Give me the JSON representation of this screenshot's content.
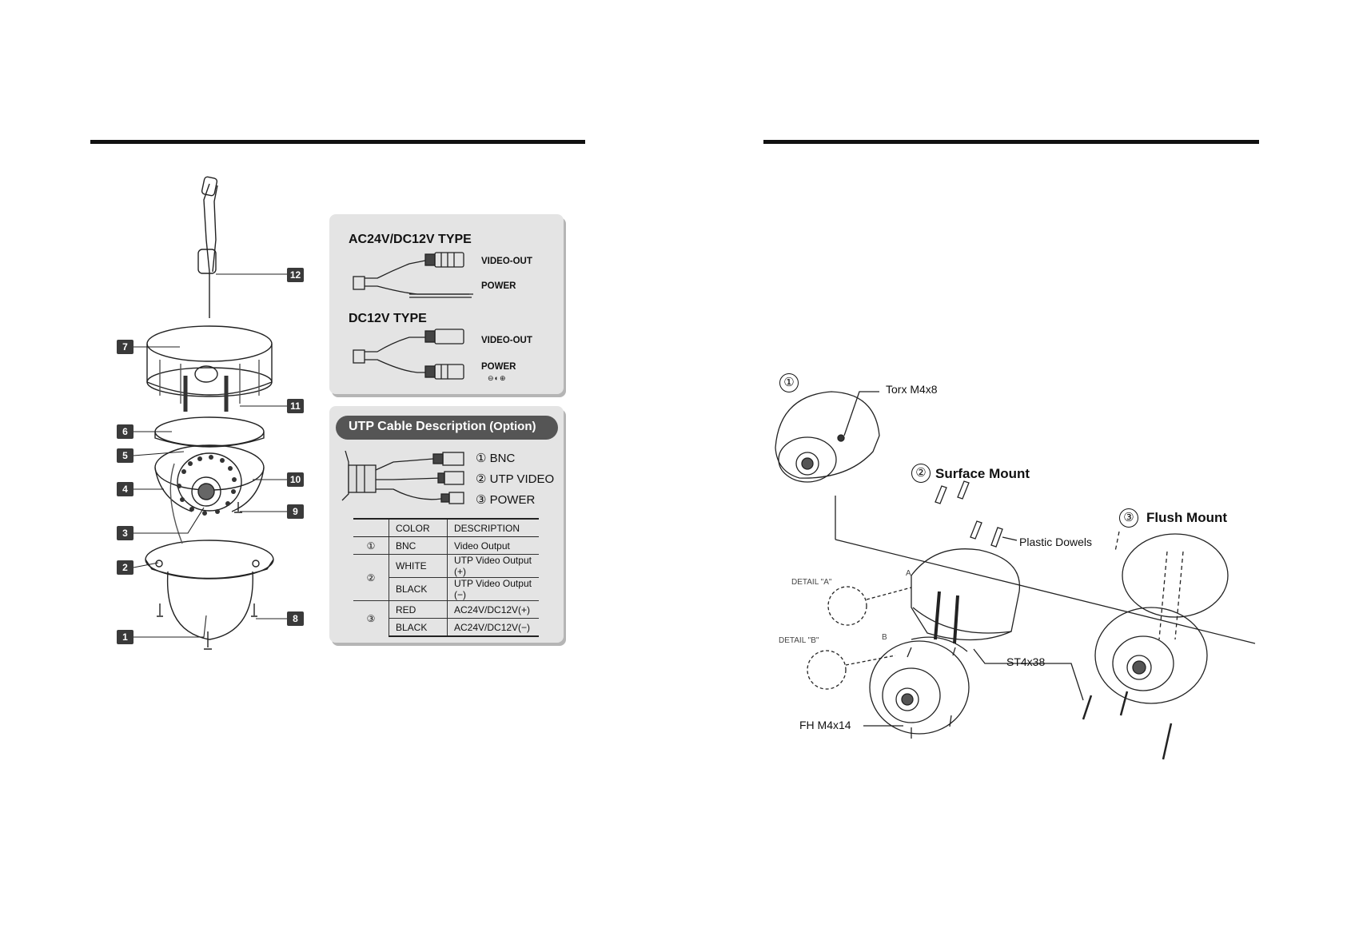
{
  "left_page": {
    "callouts": [
      "12",
      "7",
      "11",
      "6",
      "5",
      "10",
      "4",
      "9",
      "3",
      "2",
      "8",
      "1"
    ],
    "ac_panel": {
      "title1": "AC24V/DC12V TYPE",
      "video_out_1": "VIDEO-OUT",
      "power_1": "POWER",
      "title2": "DC12V TYPE",
      "video_out_2": "VIDEO-OUT",
      "power_2": "POWER",
      "polarity": "⊖◐⊕"
    },
    "utp_panel": {
      "title": "UTP Cable Description",
      "option": "(Option)",
      "wires": [
        "① BNC",
        "② UTP VIDEO",
        "③ POWER"
      ],
      "table": {
        "headers": [
          "",
          "COLOR",
          "DESCRIPTION"
        ],
        "rows": [
          {
            "idx": "①",
            "color": "BNC",
            "desc": "Video Output"
          },
          {
            "idx": "②",
            "color": "WHITE",
            "desc": "UTP Video Output (+)"
          },
          {
            "idx": "",
            "color": "BLACK",
            "desc": "UTP Video Output (−)"
          },
          {
            "idx": "③",
            "color": "RED",
            "desc": "AC24V/DC12V(+)"
          },
          {
            "idx": "",
            "color": "BLACK",
            "desc": "AC24V/DC12V(−)"
          }
        ]
      }
    }
  },
  "right_page": {
    "step1_num": "①",
    "torx": "Torx M4x8",
    "step2_num": "②",
    "surface_mount": "Surface Mount",
    "step3_num": "③",
    "flush_mount": "Flush Mount",
    "plastic_dowels": "Plastic Dowels",
    "detail_a": "DETAIL \"A\"",
    "detail_b": "DETAIL \"B\"",
    "label_a": "A",
    "label_b": "B",
    "st4x38": "ST4x38",
    "fh_m4x14": "FH M4x14"
  }
}
